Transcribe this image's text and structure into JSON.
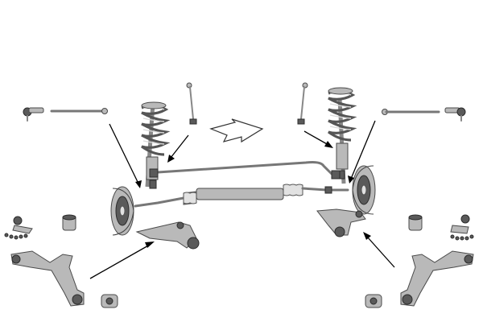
{
  "diagram": {
    "parts": [
      "tie-rod-end-left",
      "tie-rod-left",
      "tie-rod-right",
      "tie-rod-end-right",
      "stabilizer-link-left",
      "stabilizer-link-right",
      "spring-strut-left",
      "spring-strut-right",
      "anti-roll-bar",
      "steering-rack",
      "brake-disc-left",
      "brake-disc-right",
      "lower-control-arm-left",
      "lower-control-arm-right",
      "ball-joint-left",
      "ball-joint-right",
      "bushing-left",
      "bushing-right",
      "control-arm-part-left",
      "control-arm-part-right",
      "bushing-bottom-left",
      "bushing-bottom-right"
    ],
    "direction_icon": "forward-arrow-outline",
    "colors": {
      "metal": "#b9b9b9",
      "dark_metal": "#5a5a5a",
      "outline": "#4a4a4a",
      "arrows": "#000000"
    }
  }
}
